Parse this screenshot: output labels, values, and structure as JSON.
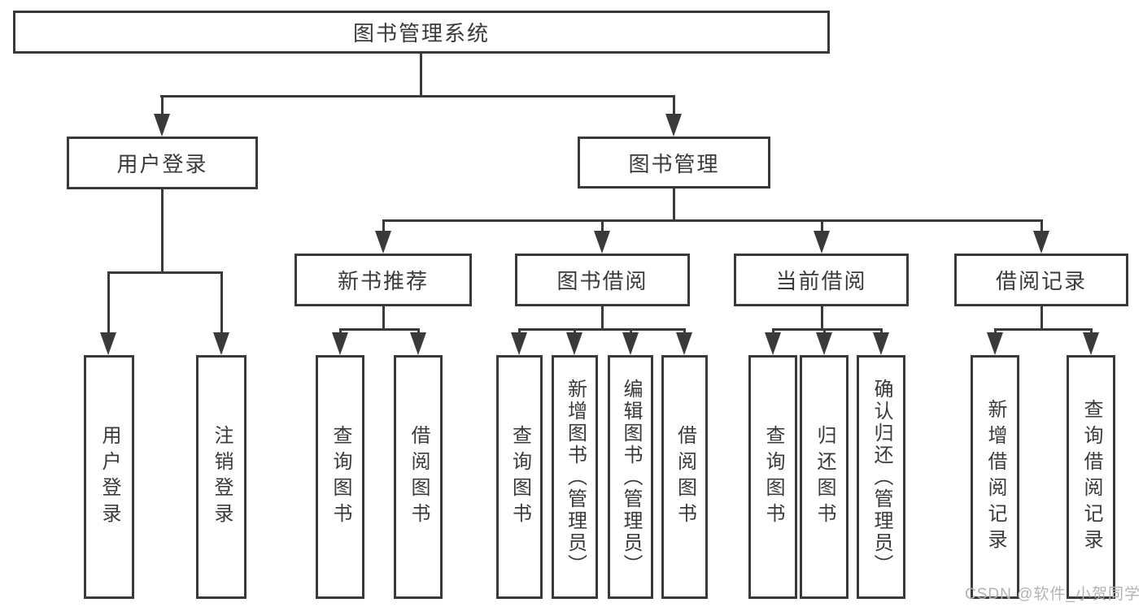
{
  "nodes": {
    "root": "图书管理系统",
    "level2": [
      "用户登录",
      "图书管理"
    ],
    "level3": [
      "新书推荐",
      "图书借阅",
      "当前借阅",
      "借阅记录"
    ],
    "leaves_login": [
      "用户登录",
      "注销登录"
    ],
    "leaves_newbook": [
      "查询图书",
      "借阅图书"
    ],
    "leaves_borrow": [
      "查询图书",
      "新增图书（管理员）",
      "编辑图书（管理员）",
      "借阅图书"
    ],
    "leaves_current": [
      "查询图书",
      "归还图书",
      "确认归还（管理员）"
    ],
    "leaves_record": [
      "新增借阅记录",
      "查询借阅记录"
    ]
  },
  "watermark": {
    "text": "CSDN @软件_小贺同学"
  },
  "colors": {
    "line": "#3a3a3a",
    "text": "#3a3a3a",
    "watermark": "#b3b3b3",
    "background": "#ffffff"
  }
}
